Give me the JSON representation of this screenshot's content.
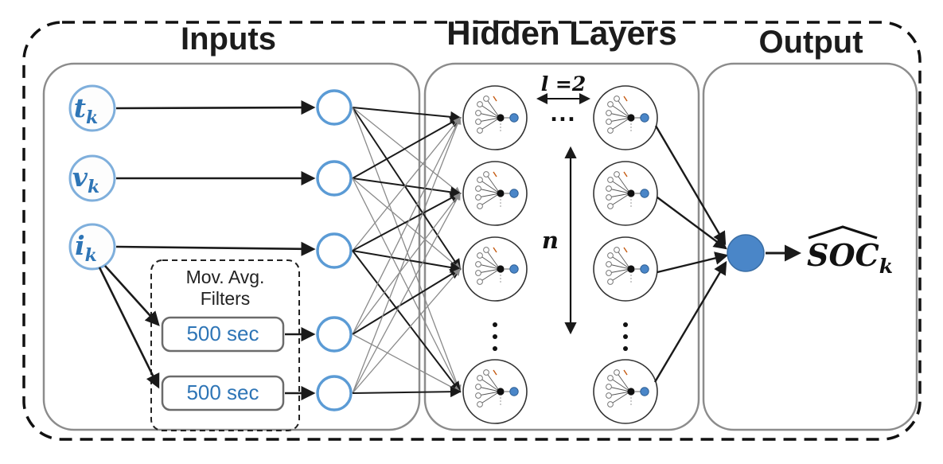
{
  "titles": {
    "inputs": "Inputs",
    "hidden_layers": "Hidden Layers",
    "output": "Output"
  },
  "input_nodes": [
    {
      "symbol": "t",
      "subscript": "k"
    },
    {
      "symbol": "v",
      "subscript": "k"
    },
    {
      "symbol": "i",
      "subscript": "k"
    }
  ],
  "moving_average": {
    "title_line1": "Mov. Avg.",
    "title_line2": "Filters",
    "filters": [
      {
        "label": "500 sec"
      },
      {
        "label": "500 sec"
      }
    ]
  },
  "hidden_layers": {
    "layer_count_label": "l =2",
    "horizontal_ellipsis": "...",
    "neuron_count_label": "n"
  },
  "output": {
    "symbol": "SOC",
    "subscript": "k"
  },
  "colors": {
    "node_stroke_blue": "#5b9bd5",
    "math_text_blue": "#2e75b6",
    "output_node_fill": "#4a86c8",
    "line_dark": "#1a1a1a",
    "line_light": "#8a8a8a"
  }
}
